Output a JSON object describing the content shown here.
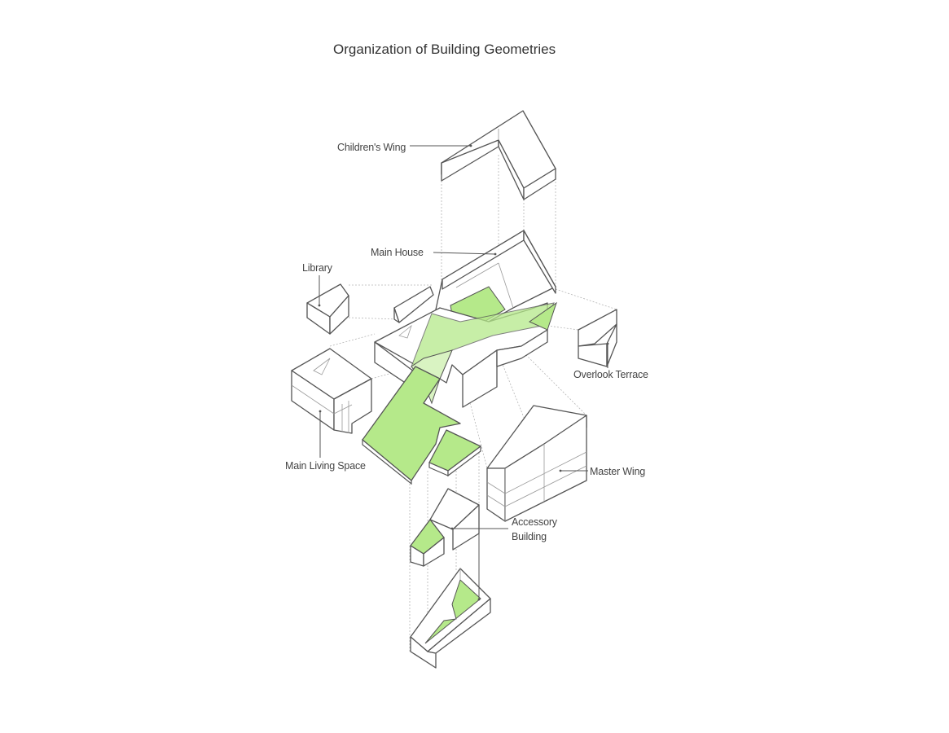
{
  "title": "Organization of Building Geometries",
  "colors": {
    "accent_green": "#b5e98a",
    "accent_green_light": "#d9f3c2",
    "line": "#555555",
    "guide": "#b5b5b5"
  },
  "labels": {
    "childrens_wing": "Children's Wing",
    "main_house": "Main House",
    "library": "Library",
    "overlook_terrace": "Overlook Terrace",
    "main_living_space": "Main Living Space",
    "master_wing": "Master Wing",
    "accessory_building_line1": "Accessory",
    "accessory_building_line2": "Building"
  }
}
